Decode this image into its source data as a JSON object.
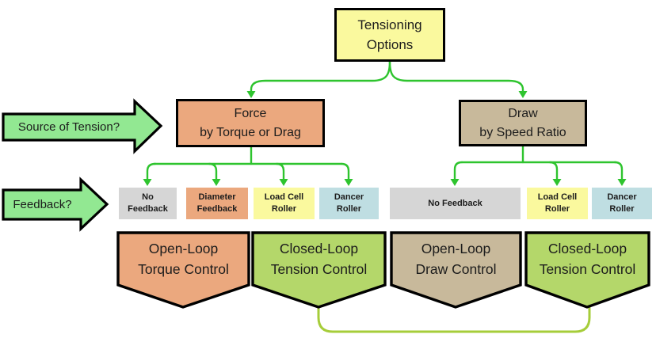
{
  "colors": {
    "yellow": "#FAF99E",
    "salmon": "#EBA87E",
    "tan": "#C8B99B",
    "gray": "#D6D6D6",
    "blue": "#BFDEE2",
    "leaf": "#B4D76A",
    "arrowfill": "#92E892",
    "linegreen": "#2EC42E",
    "olive": "#A6CD3A",
    "ink": "#1C1C1C"
  },
  "diagram": {
    "root": {
      "line1": "Tensioning",
      "line2": "Options"
    },
    "arrows": {
      "source": "Source of Tension?",
      "feedback": "Feedback?"
    },
    "branches": [
      {
        "line1": "Force",
        "line2": "by Torque or Drag"
      },
      {
        "line1": "Draw",
        "line2": "by Speed Ratio"
      }
    ],
    "feedback_options": [
      {
        "line1": "No",
        "line2": "Feedback"
      },
      {
        "line1": "Diameter",
        "line2": "Feedback"
      },
      {
        "line1": "Load Cell",
        "line2": "Roller"
      },
      {
        "line1": "Dancer",
        "line2": "Roller"
      },
      {
        "line1": "No Feedback"
      },
      {
        "line1": "Load Cell",
        "line2": "Roller"
      },
      {
        "line1": "Dancer",
        "line2": "Roller"
      }
    ],
    "outcomes": [
      {
        "line1": "Open-Loop",
        "line2": "Torque Control"
      },
      {
        "line1": "Closed-Loop",
        "line2": "Tension Control"
      },
      {
        "line1": "Open-Loop",
        "line2": "Draw Control"
      },
      {
        "line1": "Closed-Loop",
        "line2": "Tension Control"
      }
    ]
  }
}
